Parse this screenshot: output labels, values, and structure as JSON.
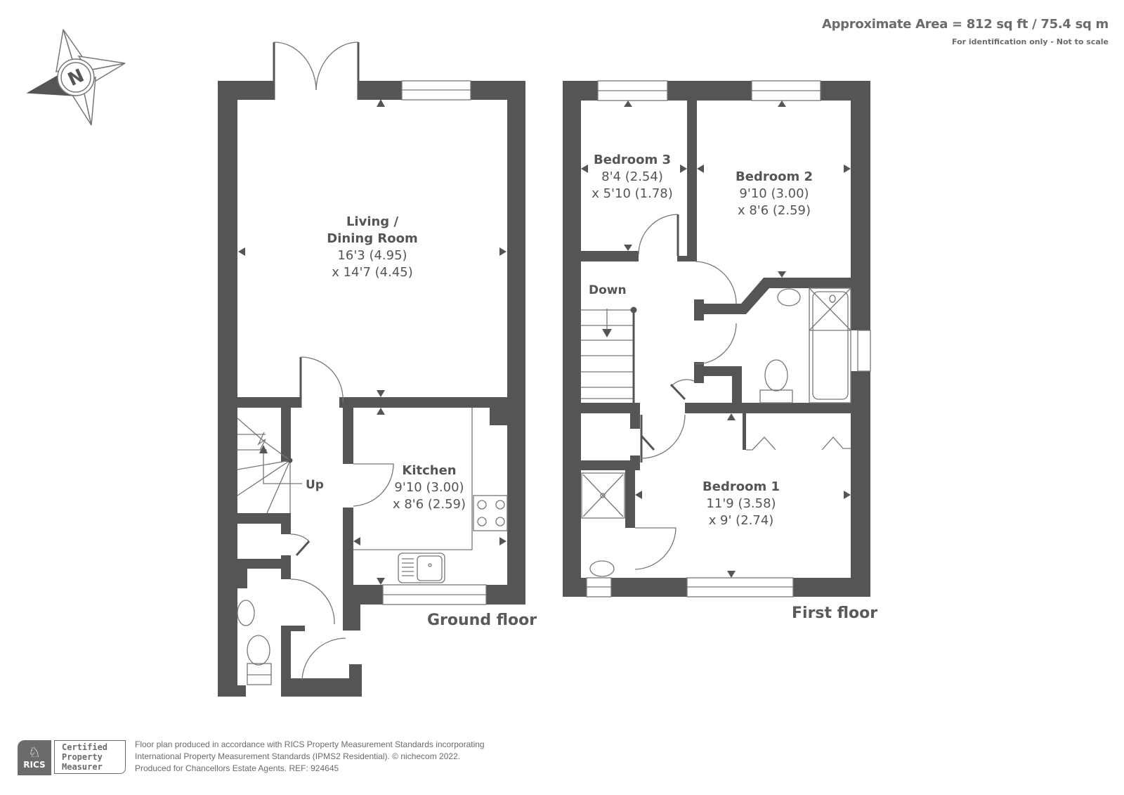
{
  "header": {
    "area": "Approximate Area = 812 sq ft / 75.4 sq m",
    "disclaimer": "For identification only - Not to scale"
  },
  "compass": {
    "label": "N"
  },
  "ground_floor": {
    "label": "Ground floor",
    "stairs_label": "Up",
    "rooms": [
      {
        "name": "Living / Dining Room",
        "name_line1": "Living /",
        "name_line2": "Dining Room",
        "dim1": "16'3 (4.95)",
        "dim2": "x 14'7 (4.45)"
      },
      {
        "name": "Kitchen",
        "dim1": "9'10 (3.00)",
        "dim2": "x 8'6 (2.59)"
      }
    ]
  },
  "first_floor": {
    "label": "First floor",
    "stairs_label": "Down",
    "rooms": [
      {
        "name": "Bedroom 3",
        "dim1": "8'4 (2.54)",
        "dim2": "x 5'10 (1.78)"
      },
      {
        "name": "Bedroom 2",
        "dim1": "9'10 (3.00)",
        "dim2": "x 8'6 (2.59)"
      },
      {
        "name": "Bedroom 1",
        "dim1": "11'9 (3.58)",
        "dim2": "x 9' (2.74)"
      }
    ]
  },
  "footer": {
    "rics": "RICS",
    "cert_line1": "Certified",
    "cert_line2": "Property",
    "cert_line3": "Measurer",
    "line1": "Floor plan produced in accordance with RICS Property Measurement Standards incorporating",
    "line2": "International Property Measurement Standards (IPMS2 Residential).   © nichecom 2022.",
    "line3": "Produced for Chancellors Estate Agents.   REF: 924645"
  },
  "colors": {
    "wall": "#555555",
    "line": "#777777",
    "text": "#555555"
  }
}
